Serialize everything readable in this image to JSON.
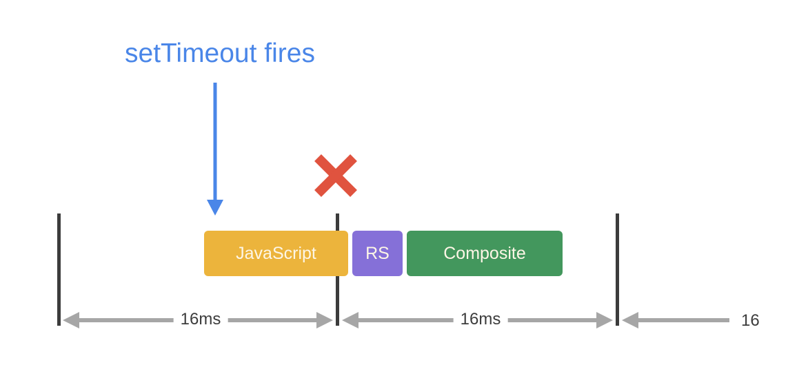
{
  "title": "setTimeout fires",
  "blocks": {
    "javascript": {
      "label": "JavaScript",
      "color": "#ecb43c"
    },
    "rs": {
      "label": "RS",
      "color": "#8570d8"
    },
    "composite": {
      "label": "Composite",
      "color": "#43975d"
    }
  },
  "intervals": [
    "16ms",
    "16ms",
    "16"
  ],
  "colors": {
    "accent": "#4a86e8",
    "marker": "#e0533f",
    "frame_line": "#3c3c3c",
    "arrow": "#a6a6a6"
  }
}
